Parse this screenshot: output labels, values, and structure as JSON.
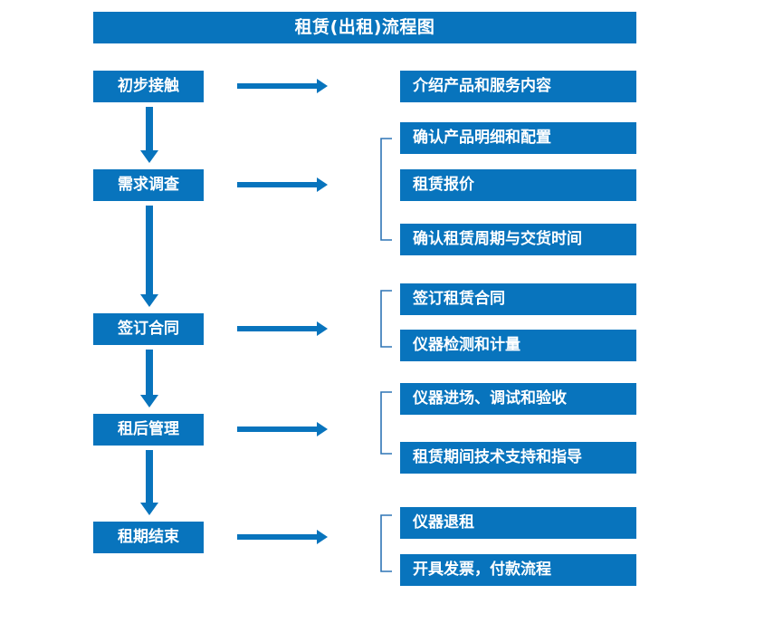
{
  "diagram": {
    "title": "租赁(出租)流程图",
    "accent_color": "#0874BD",
    "bracket_color": "#2E75B6",
    "arrow_color": "#0874BD",
    "text_color": "#FFFFFF",
    "background_color": "#FFFFFF",
    "type": "process-flowchart",
    "stages": [
      {
        "label": "初步接触",
        "tasks": [
          {
            "label": "介绍产品和服务内容"
          }
        ],
        "grouped": false
      },
      {
        "label": "需求调查",
        "tasks": [
          {
            "label": "确认产品明细和配置"
          },
          {
            "label": "租赁报价"
          },
          {
            "label": "确认租赁周期与交货时间"
          }
        ],
        "grouped": true
      },
      {
        "label": "签订合同",
        "tasks": [
          {
            "label": "签订租赁合同"
          },
          {
            "label": "仪器检测和计量"
          }
        ],
        "grouped": true
      },
      {
        "label": "租后管理",
        "tasks": [
          {
            "label": "仪器进场、调试和验收"
          },
          {
            "label": "租赁期间技术支持和指导"
          }
        ],
        "grouped": true
      },
      {
        "label": "租期结束",
        "tasks": [
          {
            "label": "仪器退租"
          },
          {
            "label": "开具发票，付款流程"
          }
        ],
        "grouped": true
      }
    ],
    "connectors": {
      "stage_to_stage": "down-arrow",
      "stage_to_tasks": "right-arrow"
    }
  }
}
